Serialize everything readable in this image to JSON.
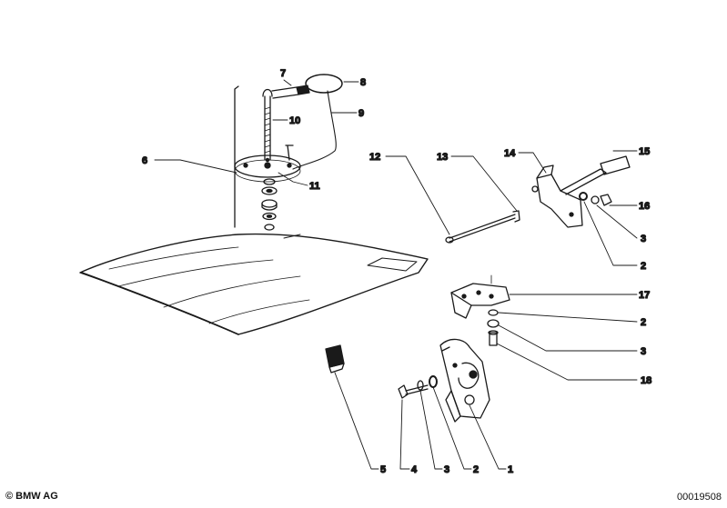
{
  "callouts": [
    {
      "id": "c7",
      "text": "7"
    },
    {
      "id": "c8",
      "text": "8"
    },
    {
      "id": "c9",
      "text": "9"
    },
    {
      "id": "c10",
      "text": "10"
    },
    {
      "id": "c6",
      "text": "6"
    },
    {
      "id": "c11",
      "text": "11"
    },
    {
      "id": "c12",
      "text": "12"
    },
    {
      "id": "c13",
      "text": "13"
    },
    {
      "id": "c14",
      "text": "14"
    },
    {
      "id": "c15",
      "text": "15"
    },
    {
      "id": "c16",
      "text": "16"
    },
    {
      "id": "c3a",
      "text": "3"
    },
    {
      "id": "c2a",
      "text": "2"
    },
    {
      "id": "c17",
      "text": "17"
    },
    {
      "id": "c2b",
      "text": "2"
    },
    {
      "id": "c3b",
      "text": "3"
    },
    {
      "id": "c18",
      "text": "18"
    },
    {
      "id": "c5",
      "text": "5"
    },
    {
      "id": "c4",
      "text": "4"
    },
    {
      "id": "c3c",
      "text": "3"
    },
    {
      "id": "c2c",
      "text": "2"
    },
    {
      "id": "c1",
      "text": "1"
    }
  ],
  "footer": {
    "copyright": "© BMW AG",
    "doc_number": "00019508"
  }
}
